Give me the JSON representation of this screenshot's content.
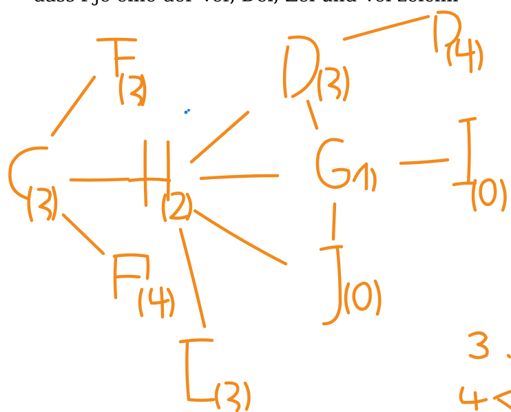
{
  "header_text": "dass f je eine der Ver, Dei, Zei und Vei zeichn",
  "colors": {
    "ink": "#f28a1c",
    "dot": "#2a7de1",
    "background": "#ffffff"
  },
  "nodes": [
    {
      "label": "F",
      "weight": "3"
    },
    {
      "label": "C",
      "weight": "3"
    },
    {
      "label": "H",
      "weight": "2"
    },
    {
      "label": "D",
      "weight": "3"
    },
    {
      "label": "D",
      "weight": "4"
    },
    {
      "label": "G",
      "weight": "1"
    },
    {
      "label": "I",
      "weight": "0"
    },
    {
      "label": "J",
      "weight": "0"
    },
    {
      "label": "F",
      "weight": "4"
    },
    {
      "label": "E",
      "weight": "3"
    }
  ],
  "edges": [
    [
      "F(3)",
      "C(3)"
    ],
    [
      "C(3)",
      "H(2)"
    ],
    [
      "C(3)",
      "F(4)"
    ],
    [
      "H(2)",
      "D(3)"
    ],
    [
      "H(2)",
      "G(1)"
    ],
    [
      "H(2)",
      "J(0)"
    ],
    [
      "H(2)",
      "E(3)"
    ],
    [
      "D(3)",
      "D(4)"
    ],
    [
      "D(3)",
      "G(1)"
    ],
    [
      "G(1)",
      "I(0)"
    ],
    [
      "G(1)",
      "J(0)"
    ]
  ],
  "corner_marks": [
    "3",
    "4"
  ]
}
